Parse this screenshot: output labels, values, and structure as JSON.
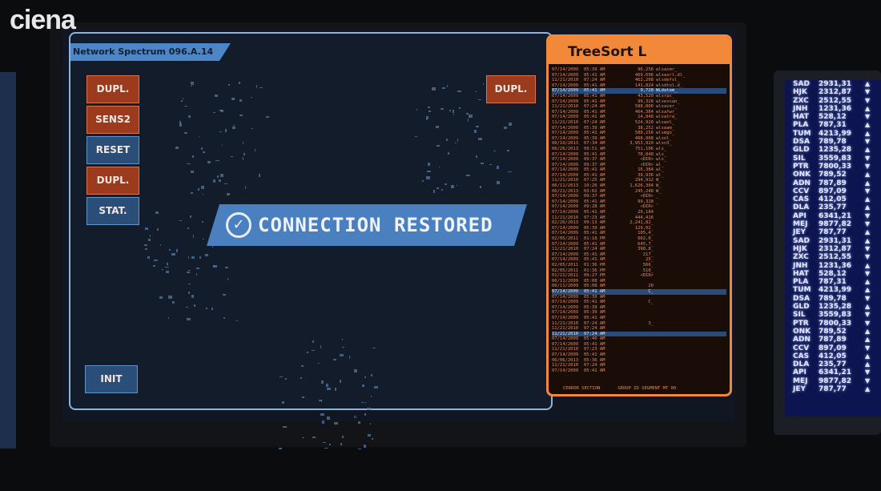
{
  "logo": "ciena",
  "main": {
    "title": "Network Spectrum 096.A.14",
    "buttons": [
      {
        "label": "DUPL.",
        "color": "orange"
      },
      {
        "label": "SENS2",
        "color": "orange"
      },
      {
        "label": "RESET",
        "color": "blue"
      },
      {
        "label": "DUPL.",
        "color": "orange"
      },
      {
        "label": "STAT.",
        "color": "blue"
      }
    ],
    "top_right_button": "DUPL.",
    "init_button": "INIT",
    "banner": "CONNECTION RESTORED",
    "banner_icon": "check-circle-icon"
  },
  "treesort": {
    "title": "TreeSort L",
    "rows": [
      [
        "07/14/2009",
        "05:39 AM",
        "96,256",
        "wlsacmr_",
        0
      ],
      [
        "07/14/2009",
        "05:41 AM",
        "469,696",
        "wlsasrl.dl_",
        0
      ],
      [
        "11/21/2010",
        "07:24 AM",
        "462,208",
        "wlsdefsl_",
        0
      ],
      [
        "07/14/2009",
        "05:41 AM",
        "141,824",
        "wlsdtol.d_",
        0
      ],
      [
        "07/14/2009",
        "05:41 AM",
        "9,728",
        "WLdatam_",
        1
      ],
      [
        "07/14/2009",
        "05:41 AM",
        "43,520",
        "wlsrpc_",
        0
      ],
      [
        "07/14/2009",
        "05:41 AM",
        "99,328",
        "wlsescan_",
        0
      ],
      [
        "11/21/2010",
        "07:24 AM",
        "588,800",
        "wlsacer_",
        0
      ],
      [
        "07/14/2009",
        "05:41 AM",
        "464,384",
        "wlsafwr_",
        0
      ],
      [
        "07/14/2009",
        "05:41 AM",
        "14,848",
        "wlsatra_",
        0
      ],
      [
        "11/21/2010",
        "07:24 AM",
        "524,928",
        "wlsaol_",
        0
      ],
      [
        "07/14/2009",
        "05:39 AM",
        "38,252",
        "wlsaam_",
        0
      ],
      [
        "07/14/2009",
        "05:41 AM",
        "580,256",
        "wlsmgo_",
        0
      ],
      [
        "07/14/2009",
        "05:39 AM",
        "408,968",
        "wlsnl_",
        0
      ],
      [
        "06/10/2013",
        "07:34 AM",
        "3,953,920",
        "wlsn3_",
        0
      ],
      [
        "06/26/2013",
        "09:51 AM",
        "751,106",
        "wls_",
        0
      ],
      [
        "07/14/2009",
        "05:41 AM",
        "78,848",
        "wls_",
        0
      ],
      [
        "07/14/2009",
        "09:37 AM",
        "<DIR>",
        "wls_",
        0
      ],
      [
        "07/14/2009",
        "09:37 AM",
        "<DIR>",
        "wl_",
        0
      ],
      [
        "07/14/2009",
        "05:41 AM",
        "16,384",
        "wl_",
        0
      ],
      [
        "07/14/2009",
        "05:41 AM",
        "39,936",
        "wl_",
        0
      ],
      [
        "11/21/2010",
        "07:25 AM",
        "294,912",
        "W_",
        0
      ],
      [
        "06/11/2013",
        "10:26 AM",
        "1,626,304",
        "W_",
        0
      ],
      [
        "06/21/2013",
        "03:02 AM",
        "245,248",
        "W_",
        0
      ],
      [
        "07/14/2009",
        "09:37 AM",
        "<DIR>",
        "_",
        0
      ],
      [
        "07/14/2009",
        "05:41 AM",
        "99,328",
        "_",
        0
      ],
      [
        "07/14/2009",
        "09:28 AM",
        "<DIR>",
        "",
        0
      ],
      [
        "07/14/2009",
        "05:41 AM",
        "29,184",
        "",
        0
      ],
      [
        "11/21/2010",
        "07:23 AM",
        "444,416",
        "",
        0
      ],
      [
        "02/26/2013",
        "09:13 AM",
        "2,241,82_",
        "",
        0
      ],
      [
        "07/14/2009",
        "05:39 AM",
        "129,02_",
        "",
        0
      ],
      [
        "07/14/2009",
        "05:41 AM",
        "105,4_",
        "",
        0
      ],
      [
        "02/05/2011",
        "01:18 PM",
        "602,0_",
        "",
        0
      ],
      [
        "07/14/2009",
        "05:41 AM",
        "645,7_",
        "",
        0
      ],
      [
        "11/21/2010",
        "07:24 AM",
        "398,8_",
        "",
        0
      ],
      [
        "07/14/2009",
        "05:41 AM",
        "217_",
        "",
        0
      ],
      [
        "07/14/2009",
        "05:41 AM",
        "25_",
        "",
        0
      ],
      [
        "02/05/2011",
        "01:36 PM",
        "566_",
        "",
        0
      ],
      [
        "02/05/2011",
        "01:36 PM",
        "510_",
        "",
        0
      ],
      [
        "01/21/2011",
        "09:27 PM",
        "<DIR>",
        "",
        0
      ],
      [
        "06/11/2009",
        "05:08 AM",
        "",
        "",
        0
      ],
      [
        "06/11/2009",
        "05:08 AM",
        "20",
        "",
        0
      ],
      [
        "07/14/2009",
        "05:41 AM",
        "C_",
        "",
        1
      ],
      [
        "07/14/2009",
        "05:39 AM",
        "",
        "",
        0
      ],
      [
        "07/14/2009",
        "05:41 AM",
        "C_",
        "",
        0
      ],
      [
        "07/14/2009",
        "05:39 AM",
        "",
        "",
        0
      ],
      [
        "07/14/2009",
        "05:39 AM",
        "",
        "",
        0
      ],
      [
        "07/14/2009",
        "05:41 AM",
        "",
        "",
        0
      ],
      [
        "11/21/2010",
        "07:24 AM",
        "3_",
        "",
        0
      ],
      [
        "11/21/2010",
        "07:24 AM",
        "",
        "",
        0
      ],
      [
        "11/21/2010",
        "07:24 AM",
        "",
        "",
        1
      ],
      [
        "07/14/2009",
        "05:40 AM",
        "",
        "",
        0
      ],
      [
        "07/14/2009",
        "05:41 AM",
        "",
        "",
        0
      ],
      [
        "11/21/2010",
        "07:23 AM",
        "",
        "",
        0
      ],
      [
        "07/14/2009",
        "05:41 AM",
        "",
        "",
        0
      ],
      [
        "06/06/2013",
        "05:36 AM",
        "",
        "",
        0
      ],
      [
        "11/21/2010",
        "07:24 AM",
        "",
        "",
        0
      ],
      [
        "07/14/2009",
        "05:41 AM",
        "",
        "",
        0
      ]
    ],
    "footer": [
      "CERROR SECTION",
      "GROUP ID SEGMENT MT 00"
    ]
  },
  "side_monitor": {
    "rows": [
      [
        "SAD",
        "2931,31",
        "up"
      ],
      [
        "HJK",
        "2312,87",
        "down"
      ],
      [
        "ZXC",
        "2512,55",
        "down"
      ],
      [
        "JNH",
        "1231,36",
        "up"
      ],
      [
        "HAT",
        "528,12",
        "down"
      ],
      [
        "PLA",
        "787,31",
        "up"
      ],
      [
        "TUM",
        "4213,99",
        "up"
      ],
      [
        "DSA",
        "789,78",
        "down"
      ],
      [
        "GLD",
        "1235,28",
        "up"
      ],
      [
        "SIL",
        "3559,83",
        "down"
      ],
      [
        "PTR",
        "7800,33",
        "down"
      ],
      [
        "ONK",
        "789,52",
        "up"
      ],
      [
        "ADN",
        "787,89",
        "up"
      ],
      [
        "CCV",
        "897,09",
        "down"
      ],
      [
        "CAS",
        "412,05",
        "up"
      ],
      [
        "DLA",
        "235,77",
        "up"
      ],
      [
        "API",
        "6341,21",
        "down"
      ],
      [
        "MEJ",
        "9877,82",
        "down"
      ],
      [
        "JEY",
        "787,77",
        "up"
      ],
      [
        "SAD",
        "2931,31",
        "up"
      ],
      [
        "HJK",
        "2312,87",
        "down"
      ],
      [
        "ZXC",
        "2512,55",
        "down"
      ],
      [
        "JNH",
        "1231,36",
        "up"
      ],
      [
        "HAT",
        "528,12",
        "down"
      ],
      [
        "PLA",
        "787,31",
        "up"
      ],
      [
        "TUM",
        "4213,99",
        "up"
      ],
      [
        "DSA",
        "789,78",
        "down"
      ],
      [
        "GLD",
        "1235,28",
        "up"
      ],
      [
        "SIL",
        "3559,83",
        "down"
      ],
      [
        "PTR",
        "7800,33",
        "down"
      ],
      [
        "ONK",
        "789,52",
        "up"
      ],
      [
        "ADN",
        "787,89",
        "up"
      ],
      [
        "CCV",
        "897,09",
        "down"
      ],
      [
        "CAS",
        "412,05",
        "up"
      ],
      [
        "DLA",
        "235,77",
        "up"
      ],
      [
        "API",
        "6341,21",
        "down"
      ],
      [
        "MEJ",
        "9877,82",
        "down"
      ],
      [
        "JEY",
        "787,77",
        "up"
      ]
    ]
  },
  "colors": {
    "orange": "#f2893a",
    "blue": "#4a80c0",
    "btn_orange": "#9b3a1d",
    "btn_blue": "#2b4e78"
  }
}
